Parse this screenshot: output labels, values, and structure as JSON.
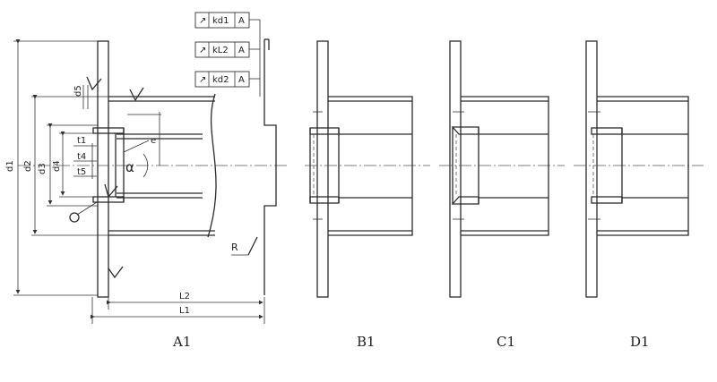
{
  "views": [
    {
      "id": "A1",
      "label": "A1"
    },
    {
      "id": "B1",
      "label": "B1"
    },
    {
      "id": "C1",
      "label": "C1"
    },
    {
      "id": "D1",
      "label": "D1"
    }
  ],
  "tolerances": [
    {
      "symbol": "↗",
      "code": "kd1",
      "datum": "A"
    },
    {
      "symbol": "↗",
      "code": "kL2",
      "datum": "A"
    },
    {
      "symbol": "↗",
      "code": "kd2",
      "datum": "A"
    }
  ],
  "dimensions": {
    "d1": "d1",
    "d2": "d2",
    "d3": "d3",
    "d4": "d4",
    "d5": "d5",
    "t1": "t1",
    "t4": "t4",
    "t5": "t5",
    "e": "e",
    "alpha": "α",
    "r": "R",
    "l1": "L1",
    "l2": "L2"
  }
}
